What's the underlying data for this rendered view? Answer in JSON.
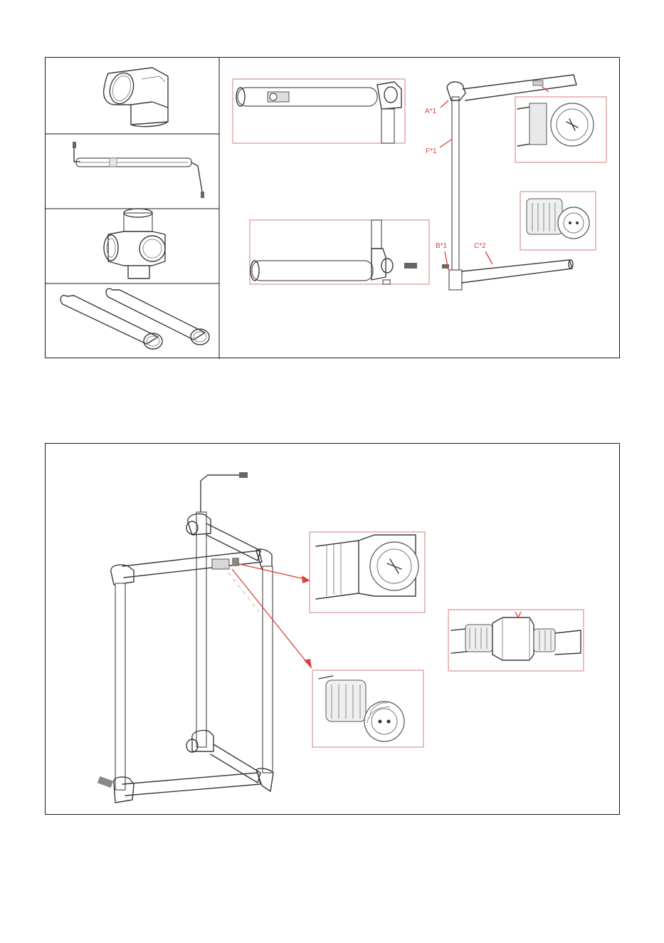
{
  "figure_top": {
    "parts_column": [
      {
        "part": "elbow-connector"
      },
      {
        "part": "cable-pipe"
      },
      {
        "part": "cross-connector"
      },
      {
        "part": "straight-pipes"
      }
    ],
    "callouts": {
      "a": "A*1",
      "f": "F*1",
      "b": "B*1",
      "c": "C*2"
    }
  },
  "figure_bottom": {
    "details": [
      "socket-face",
      "plug-end",
      "joined-connector"
    ]
  },
  "colors": {
    "callout_red": "#d9413b",
    "zoom_frame_pink": "#e0a3a3",
    "line_art": "#3a3a3a",
    "frame_border": "#1a1a1a"
  }
}
